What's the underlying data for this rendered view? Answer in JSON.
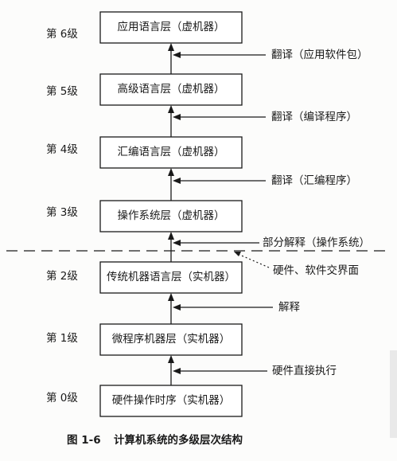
{
  "levels": [
    {
      "level_label": "第 6级",
      "box_label": "应用语言层（虚机器）"
    },
    {
      "level_label": "第 5级",
      "box_label": "高级语言层（虚机器）"
    },
    {
      "level_label": "第 4级",
      "box_label": "汇编语言层（虚机器）"
    },
    {
      "level_label": "第 3级",
      "box_label": "操作系统层（虚机器）"
    },
    {
      "level_label": "第 2级",
      "box_label": "传统机器语言层（实机器）"
    },
    {
      "level_label": "第 1级",
      "box_label": "微程序机器层（实机器）"
    },
    {
      "level_label": "第 0级",
      "box_label": "硬件操作时序（实机器）"
    }
  ],
  "transitions": [
    {
      "label": "翻译（应用软件包）"
    },
    {
      "label": "翻译（编译程序）"
    },
    {
      "label": "翻译（汇编程序）"
    },
    {
      "label": "部分解释（操作系统）"
    },
    {
      "label": "解释"
    },
    {
      "label": "硬件直接执行"
    }
  ],
  "boundary_label": "硬件、软件交界面",
  "caption": {
    "figure_number": "图 1-6",
    "title": "计算机系统的多级层次结构"
  }
}
